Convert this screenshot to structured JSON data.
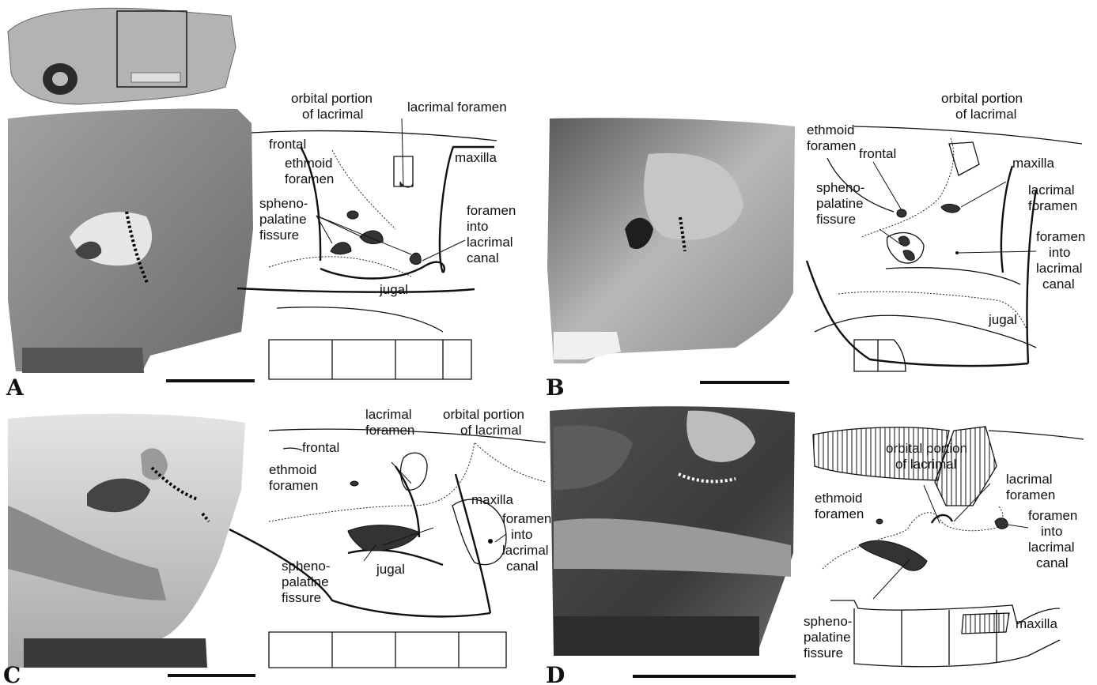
{
  "figure": {
    "panels": [
      {
        "id": "A",
        "labels": {
          "orbital_portion_1": "orbital portion",
          "orbital_portion_2": "of lacrimal",
          "lacrimal_foramen": "lacrimal foramen",
          "frontal": "frontal",
          "ethmoid_1": "ethmoid",
          "ethmoid_2": "foramen",
          "maxilla": "maxilla",
          "spheno_1": "spheno-",
          "spheno_2": "palatine",
          "spheno_3": "fissure",
          "canal_1": "foramen",
          "canal_2": "into",
          "canal_3": "lacrimal",
          "canal_4": "canal",
          "jugal": "jugal"
        }
      },
      {
        "id": "B",
        "labels": {
          "orbital_portion_1": "orbital portion",
          "orbital_portion_2": "of lacrimal",
          "ethmoid_1": "ethmoid",
          "ethmoid_2": "foramen",
          "frontal": "frontal",
          "maxilla": "maxilla",
          "spheno_1": "spheno-",
          "spheno_2": "palatine",
          "spheno_3": "fissure",
          "lacrimal_foramen_1": "lacrimal",
          "lacrimal_foramen_2": "foramen",
          "canal_1": "foramen",
          "canal_2": "into",
          "canal_3": "lacrimal",
          "canal_4": "canal",
          "jugal": "jugal"
        }
      },
      {
        "id": "C",
        "labels": {
          "lacrimal_foramen_1": "lacrimal",
          "lacrimal_foramen_2": "foramen",
          "orbital_portion_1": "orbital portion",
          "orbital_portion_2": "of lacrimal",
          "frontal": "frontal",
          "ethmoid_1": "ethmoid",
          "ethmoid_2": "foramen",
          "maxilla": "maxilla",
          "canal_1": "foramen",
          "canal_2": "into",
          "canal_3": "lacrimal",
          "canal_4": "canal",
          "spheno_1": "spheno-",
          "spheno_2": "palatine",
          "spheno_3": "fissure",
          "jugal": "jugal"
        }
      },
      {
        "id": "D",
        "labels": {
          "orbital_portion_1": "orbital portion",
          "orbital_portion_2": "of lacrimal",
          "lacrimal_foramen_1": "lacrimal",
          "lacrimal_foramen_2": "foramen",
          "ethmoid_1": "ethmoid",
          "ethmoid_2": "foramen",
          "canal_1": "foramen",
          "canal_2": "into",
          "canal_3": "lacrimal",
          "canal_4": "canal",
          "maxilla": "maxilla",
          "spheno_1": "spheno-",
          "spheno_2": "palatine",
          "spheno_3": "fissure"
        }
      }
    ]
  }
}
